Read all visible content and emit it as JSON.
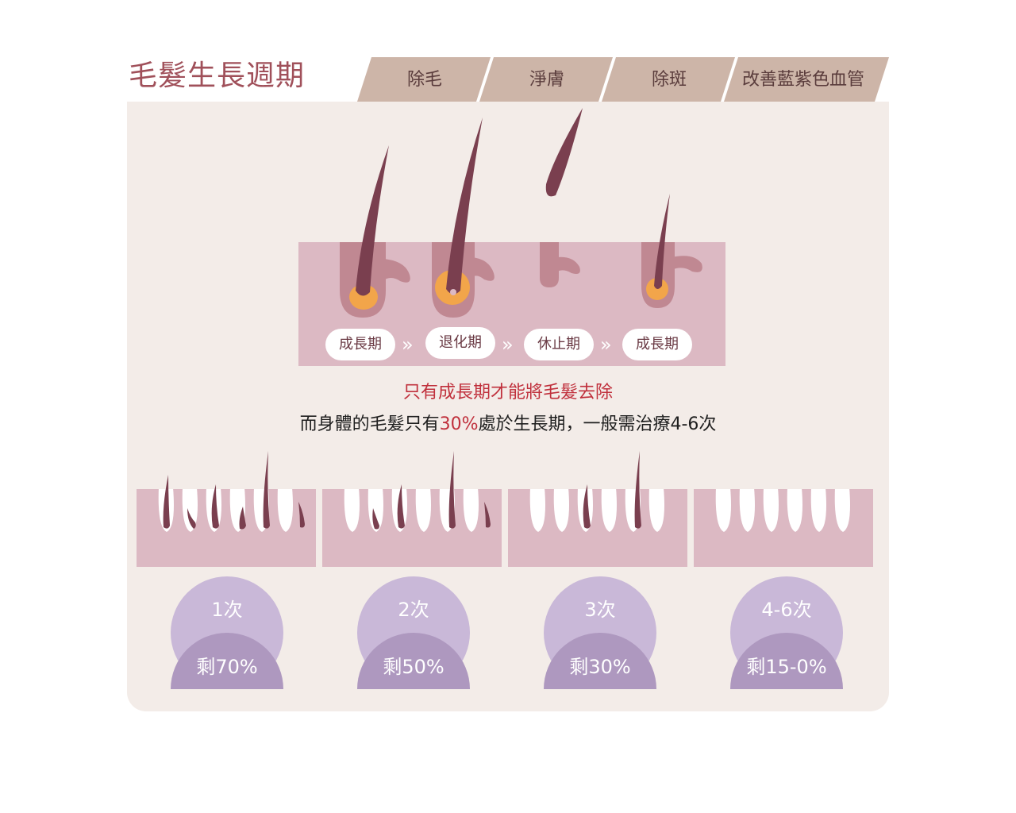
{
  "title": "毛髮生長週期",
  "tabs": [
    {
      "label": "除毛"
    },
    {
      "label": "淨膚"
    },
    {
      "label": "除斑"
    },
    {
      "label": "改善藍紫色血管"
    }
  ],
  "cycle": {
    "stages": [
      "成長期",
      "退化期",
      "休止期",
      "成長期"
    ],
    "arrow": "»"
  },
  "headline": "只有成長期才能將毛髮去除",
  "subline": {
    "before": "而身體的毛髮只有",
    "highlight": "30%",
    "after": "處於生長期，一般需治療4-6次"
  },
  "treatments": [
    {
      "count": "1次",
      "remaining": "剩70%",
      "remaining_percent": 70
    },
    {
      "count": "2次",
      "remaining": "剩50%",
      "remaining_percent": 50
    },
    {
      "count": "3次",
      "remaining": "剩30%",
      "remaining_percent": 30
    },
    {
      "count": "4-6次",
      "remaining": "剩15-0%",
      "remaining_percent": 15
    }
  ],
  "colors": {
    "title": "#a0505a",
    "tab": "#cdb5a8",
    "panel": "#f3ece8",
    "skin": "#dcb9c3",
    "follicle": "#c08892",
    "hair": "#7a3f4f",
    "bulb": "#f2a54a",
    "highlight": "#c0303c",
    "badge_light": "#c9b8d8",
    "badge_dark": "#ae98bf"
  }
}
